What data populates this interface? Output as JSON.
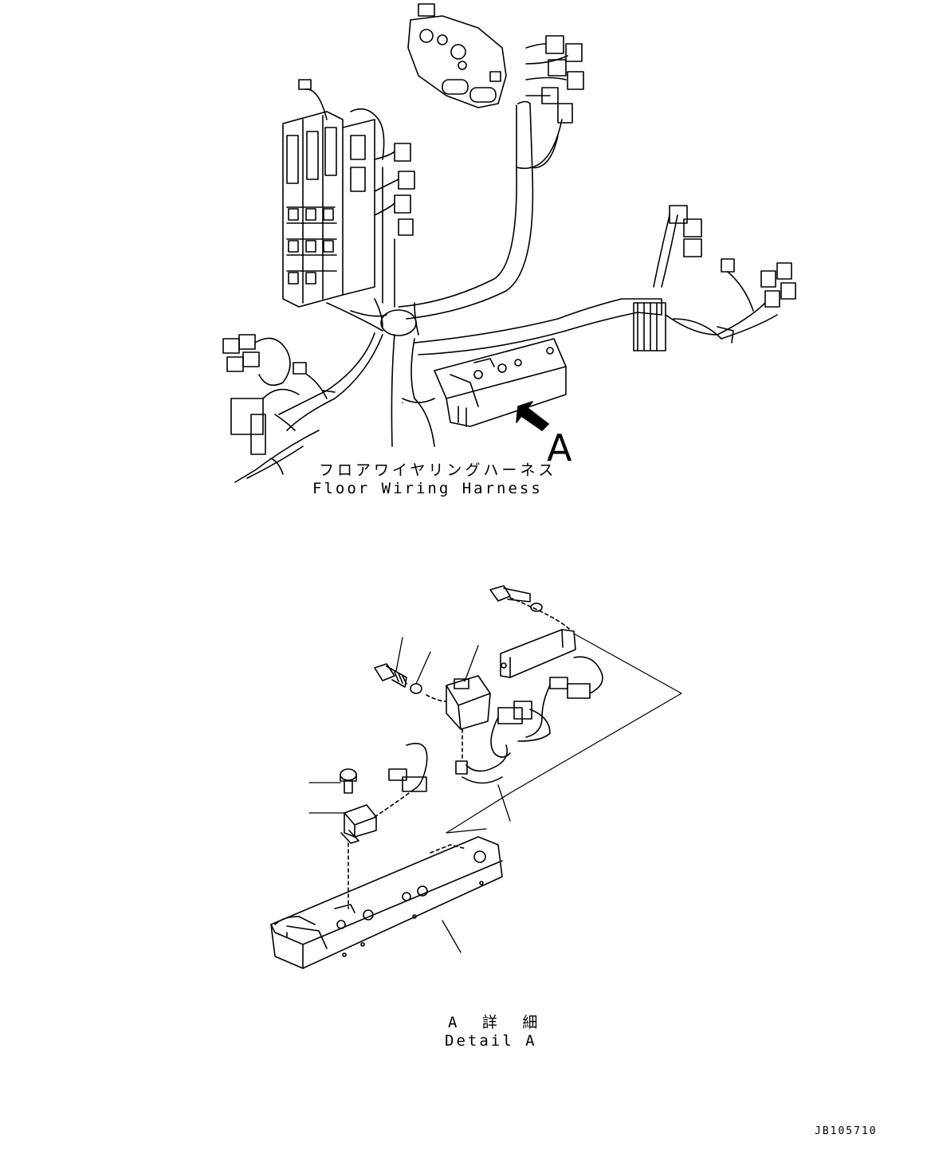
{
  "labels": {
    "harness_jp": "フロアワイヤリングハーネス",
    "harness_en": "Floor Wiring Harness",
    "view_marker": "A",
    "detail_jp": "A 詳 細",
    "detail_en": "Detail A",
    "drawing_number": "JB105710"
  },
  "colors": {
    "line": "#000000",
    "background": "#ffffff"
  }
}
